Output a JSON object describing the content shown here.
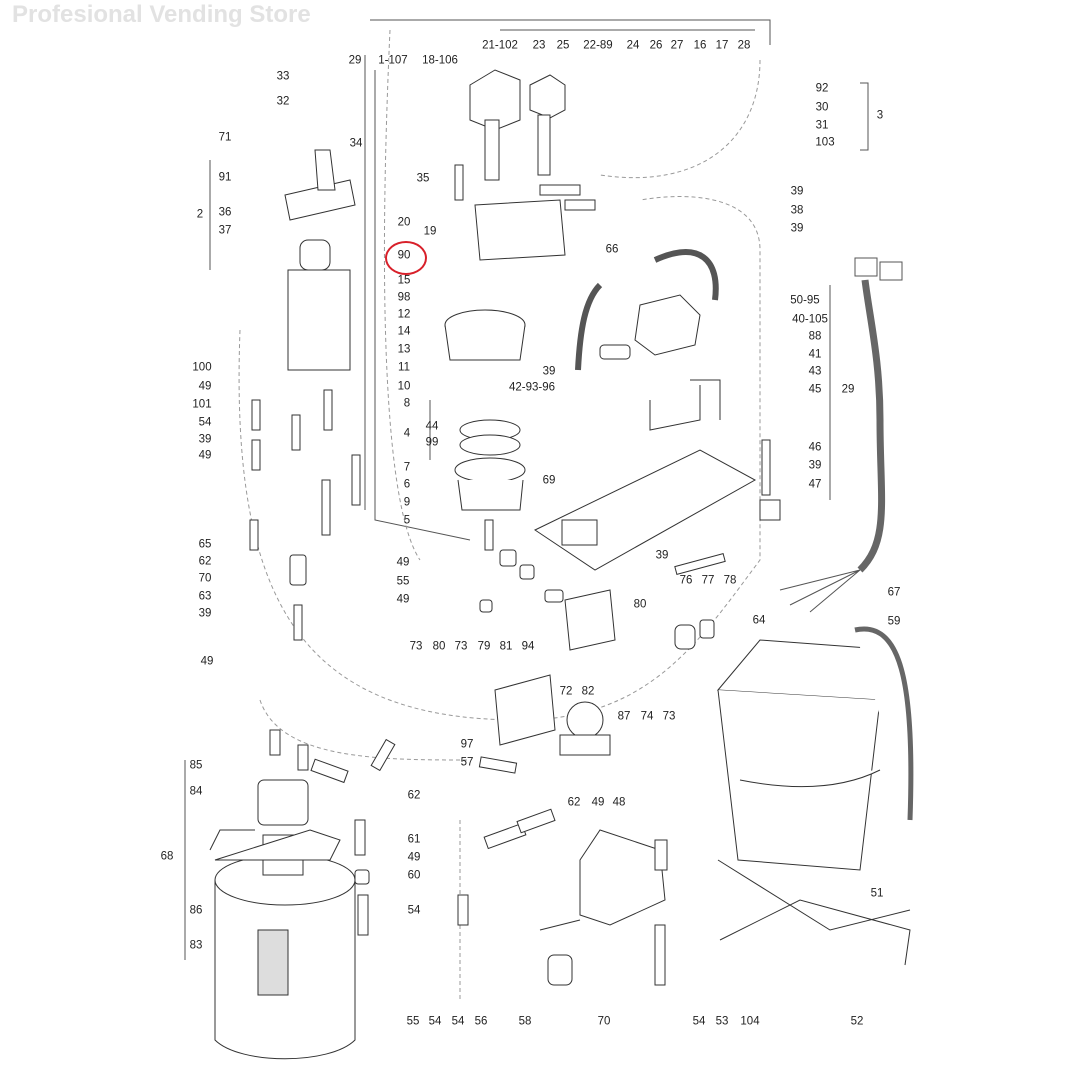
{
  "watermark": "Profesional Vending Store",
  "highlight_color": "#d8202a",
  "highlighted_part": "90",
  "labels": [
    "29",
    "1-107",
    "18-106",
    "21-102",
    "23",
    "25",
    "22-89",
    "24",
    "26",
    "27",
    "16",
    "17",
    "28",
    "33",
    "32",
    "92",
    "30",
    "31",
    "103",
    "3",
    "71",
    "34",
    "91",
    "2",
    "36",
    "37",
    "35",
    "39",
    "20",
    "19",
    "38",
    "39",
    "90",
    "66",
    "15",
    "98",
    "12",
    "50-95",
    "40-105",
    "14",
    "88",
    "13",
    "41",
    "11",
    "39",
    "42-93-96",
    "43",
    "10",
    "45",
    "29",
    "100",
    "49",
    "101",
    "54",
    "39",
    "49",
    "8",
    "44",
    "4",
    "99",
    "7",
    "6",
    "9",
    "5",
    "46",
    "39",
    "47",
    "69",
    "65",
    "62",
    "70",
    "63",
    "39",
    "49",
    "55",
    "49",
    "39",
    "76",
    "77",
    "78",
    "80",
    "64",
    "59",
    "67",
    "73",
    "80",
    "73",
    "79",
    "81",
    "94",
    "72",
    "82",
    "87",
    "74",
    "73",
    "49",
    "97",
    "57",
    "62",
    "49",
    "48",
    "85",
    "84",
    "68",
    "62",
    "61",
    "49",
    "60",
    "54",
    "86",
    "83",
    "51",
    "55",
    "54",
    "54",
    "56",
    "58",
    "70",
    "54",
    "53",
    "104",
    "52"
  ]
}
